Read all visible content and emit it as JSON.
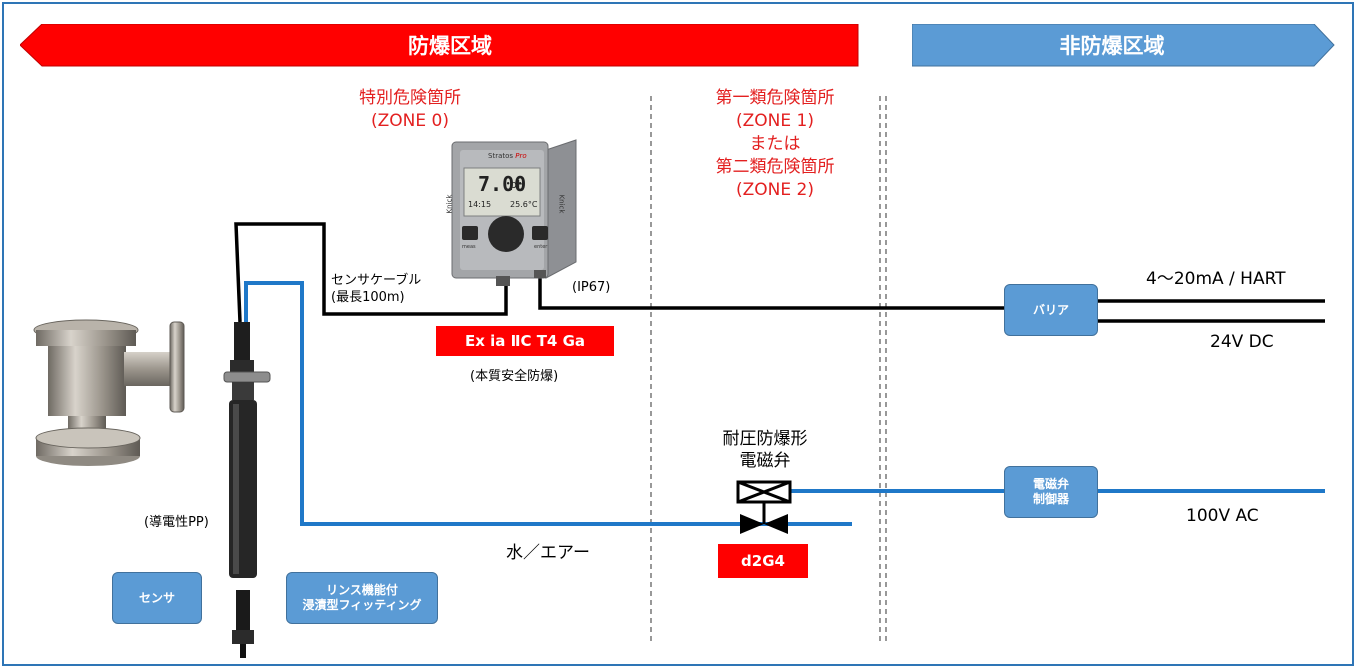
{
  "banners": {
    "hazardous": "防爆区域",
    "non_hazardous": "非防爆区域"
  },
  "zones": {
    "zone0_line1": "特別危険箇所",
    "zone0_line2": "(ZONE 0)",
    "zone12_line1": "第一類危険箇所",
    "zone12_line2": "(ZONE 1)",
    "zone12_line3": "または",
    "zone12_line4": "第二類危険箇所",
    "zone12_line5": "(ZONE 2)"
  },
  "labels": {
    "sensor_cable_line1": "センサケーブル",
    "sensor_cable_line2": "(最長100m)",
    "ip67": "(IP67)",
    "intrinsic_safety": "(本質安全防爆)",
    "signal_output": "4～20mA / HART",
    "dc_power": "24V DC",
    "ac_power": "100V AC",
    "valve_line1": "耐圧防爆形",
    "valve_line2": "電磁弁",
    "water_air": "水／エアー",
    "conductive_pp": "(導電性PP)"
  },
  "badges": {
    "ex_ia": "Ex ia ⅡC T4 Ga",
    "d2g4": "d2G4"
  },
  "boxes": {
    "barrier": "バリア",
    "valve_controller_line1": "電磁弁",
    "valve_controller_line2": "制御器",
    "sensor": "センサ",
    "fitting_line1": "リンス機能付",
    "fitting_line2": "浸漬型フィッティング"
  },
  "transmitter": {
    "brand": "Stratos",
    "brand_suffix": "Pro",
    "reading": "7.00",
    "unit": "pH",
    "sub_left": "14:15",
    "sub_right": "25.6°C",
    "side_logo": "Knick",
    "left_button": "meas",
    "right_button": "enter"
  },
  "colors": {
    "hazard_red": "#ff0000",
    "zone_text_red": "#e32020",
    "safe_blue": "#5b9bd5",
    "pipe_blue": "#1f78c8",
    "frame_blue": "#2e75b6"
  }
}
